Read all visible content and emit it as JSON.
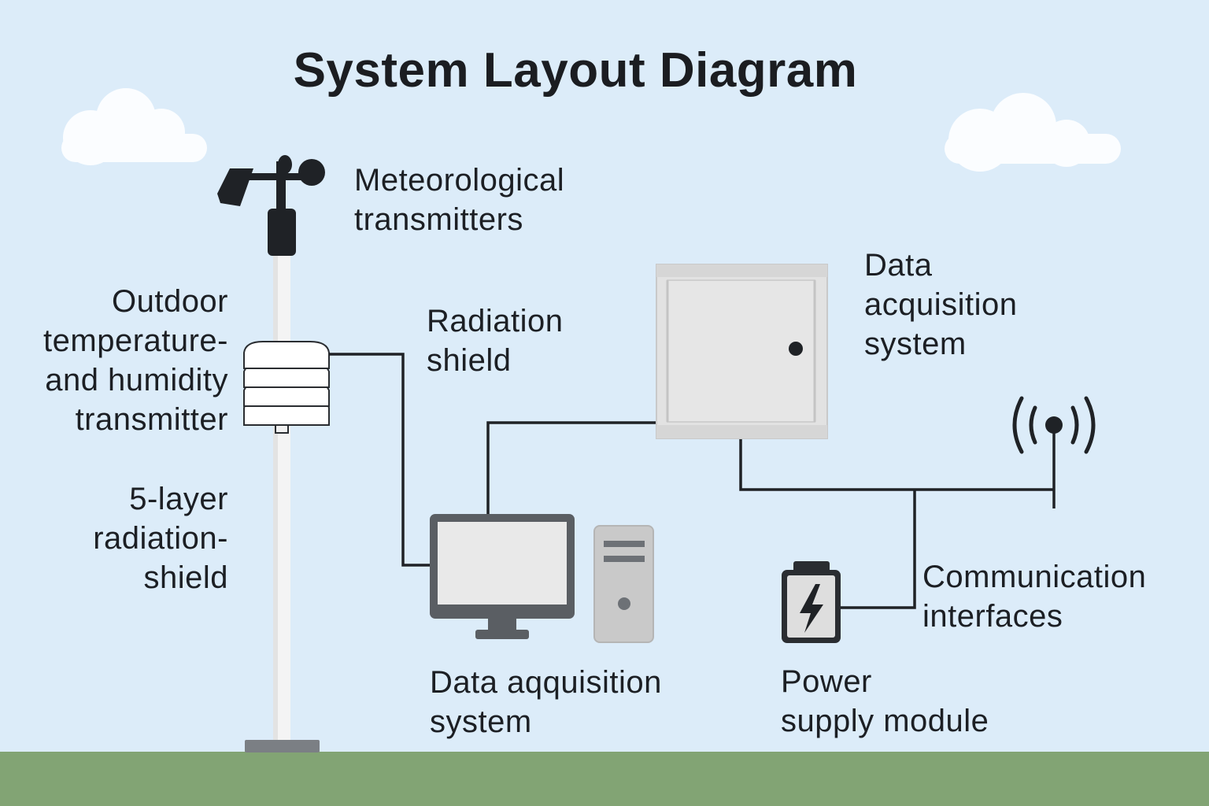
{
  "title": "System Layout Diagram",
  "labels": {
    "meteorological_transmitters": [
      "Meteorological",
      "transmitters"
    ],
    "outdoor_temp_humidity": [
      "Outdoor",
      "temperature-",
      "and humidity",
      "transmitter"
    ],
    "five_layer_shield": [
      "5-layer",
      "radiation-",
      "shield"
    ],
    "radiation_shield": [
      "Radiation",
      "shield"
    ],
    "data_acquisition_cabinet": [
      "Data",
      "acquisition",
      "system"
    ],
    "data_acquisition_computer": [
      "Data aqquisition",
      "system"
    ],
    "communication_interfaces": [
      "Communication",
      "interfaces"
    ],
    "power_supply_module": [
      "Power",
      "supply module"
    ]
  },
  "icons": {
    "weather_vane": "weather-vane-anemometer-icon",
    "radiation_shield": "stacked-louver-shield-icon",
    "cabinet": "enclosure-cabinet-icon",
    "antenna": "wireless-antenna-icon",
    "monitor": "monitor-icon",
    "pc_tower": "computer-tower-icon",
    "battery": "battery-lightning-icon",
    "cloud": "cloud-icon"
  },
  "colors": {
    "sky": "#dcecf9",
    "ground": "#82a474",
    "text": "#1c1f24",
    "connector": "#1f2226",
    "device_fill": "#e2e2e2",
    "dark_device": "#5a5e63"
  }
}
